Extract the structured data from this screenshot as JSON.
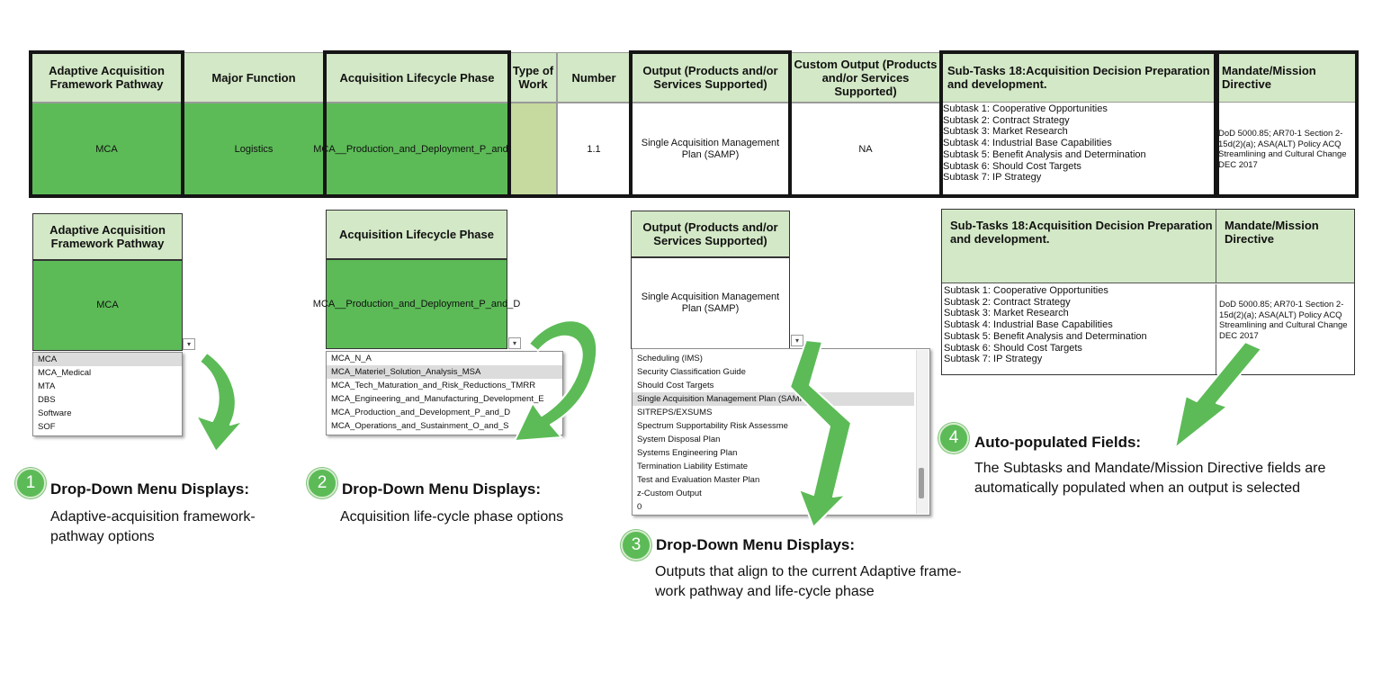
{
  "headers": {
    "pathway": "Adaptive Acquisition Framework Pathway",
    "major_function": "Major Function",
    "phase": "Acquisition Lifecycle Phase",
    "type_of_work": "Type of Work",
    "number": "Number",
    "output": "Output (Products and/or Services Supported)",
    "custom_output": "Custom Output (Products and/or Services Supported)",
    "subtasks": "Sub-Tasks 18:Acquisition Decision Preparation and development.",
    "mandate": "Mandate/Mission Directive"
  },
  "row": {
    "pathway": "MCA",
    "major_function": "Logistics",
    "phase": "MCA__Production_and_Deployment_P_and_D",
    "type_of_work": "",
    "number": "1.1",
    "output": "Single Acquisition Management Plan (SAMP)",
    "custom_output": "NA",
    "subtasks": [
      "Subtask 1: Cooperative Opportunities",
      "Subtask 2: Contract Strategy",
      "Subtask 3: Market Research",
      "Subtask 4: Industrial Base Capabilities",
      "Subtask 5: Benefit Analysis and Determination",
      "Subtask 6: Should Cost Targets",
      "Subtask 7: IP Strategy"
    ],
    "mandate": "DoD 5000.85; AR70-1 Section 2-15d(2)(a); ASA(ALT) Policy ACQ Streamlining and Cultural Change DEC 2017"
  },
  "dropdown_pathway": {
    "options": [
      "MCA",
      "MCA_Medical",
      "MTA",
      "DBS",
      "Software",
      "SOF"
    ],
    "selected": "MCA"
  },
  "dropdown_phase": {
    "options": [
      "MCA_N_A",
      "MCA_Materiel_Solution_Analysis_MSA",
      "MCA_Tech_Maturation_and_Risk_Reductions_TMRR",
      "MCA_Engineering_and_Manufacturing_Development_E",
      "MCA_Production_and_Development_P_and_D",
      "MCA_Operations_and_Sustainment_O_and_S"
    ],
    "selected": "MCA_Materiel_Solution_Analysis_MSA"
  },
  "dropdown_output": {
    "options": [
      "Scheduling (IMS)",
      "Security Classification Guide",
      "Should Cost Targets",
      "Single Acquisition Management Plan (SAMP)",
      "SITREPS/EXSUMS",
      "Spectrum Supportability Risk Assessme",
      "System Disposal Plan",
      "Systems Engineering Plan",
      "Termination Liability Estimate",
      "Test and Evaluation Master Plan",
      "z-Custom Output",
      "0"
    ],
    "selected": "Single Acquisition Management Plan (SAMP)"
  },
  "dropdown_arrow_glyph": "▾",
  "captions": [
    {
      "number": "1",
      "title": "Drop-Down Menu Displays:",
      "text": "Adaptive-acquisition framework-pathway options"
    },
    {
      "number": "2",
      "title": "Drop-Down Menu Displays:",
      "text": "Acquisition life-cycle phase options"
    },
    {
      "number": "3",
      "title": "Drop-Down Menu Displays:",
      "text": "Outputs that align to the current Adaptive frame-work pathway and life-cycle phase"
    },
    {
      "number": "4",
      "title": "Auto-populated Fields:",
      "text": "The Subtasks and Mandate/Mission Directive fields are automatically populated when an output is selected"
    }
  ],
  "colors": {
    "green": "#5cbb57",
    "header_green": "#d3e8c6",
    "light_green": "#c6d99f",
    "border_dark": "#151515"
  }
}
